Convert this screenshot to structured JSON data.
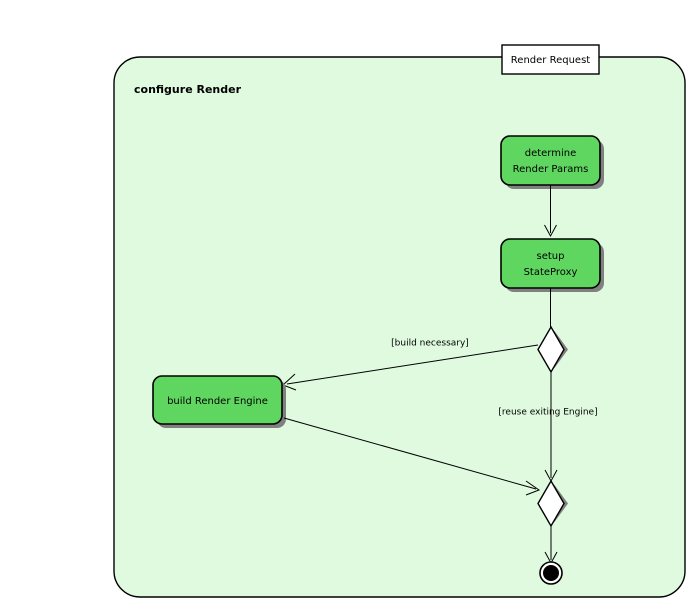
{
  "diagram": {
    "type": "uml-activity-diagram",
    "frame": {
      "title": "configure Render",
      "pin_label": "Render Request",
      "fill_color": "#e0fae0",
      "border_color": "#000000"
    },
    "colors": {
      "activity_fill": "#5fd65f",
      "activity_border": "#000000",
      "shadow": "#808080",
      "decision_fill": "#ffffff",
      "final_node": "#000000",
      "canvas": "#ffffff"
    },
    "nodes": [
      {
        "id": "determine-render-params",
        "kind": "activity",
        "lines": [
          "determine",
          "Render Params"
        ]
      },
      {
        "id": "setup-state-proxy",
        "kind": "activity",
        "lines": [
          "setup",
          "StateProxy"
        ]
      },
      {
        "id": "build-render-engine",
        "kind": "activity",
        "lines": [
          "build Render Engine"
        ]
      },
      {
        "id": "decision",
        "kind": "decision",
        "lines": []
      },
      {
        "id": "merge",
        "kind": "merge",
        "lines": []
      },
      {
        "id": "final",
        "kind": "final",
        "lines": []
      }
    ],
    "guards": [
      {
        "id": "guard-build-necessary",
        "text": "[build necessary]"
      },
      {
        "id": "guard-reuse-exiting-engine",
        "text": "[reuse exiting Engine]"
      }
    ]
  }
}
